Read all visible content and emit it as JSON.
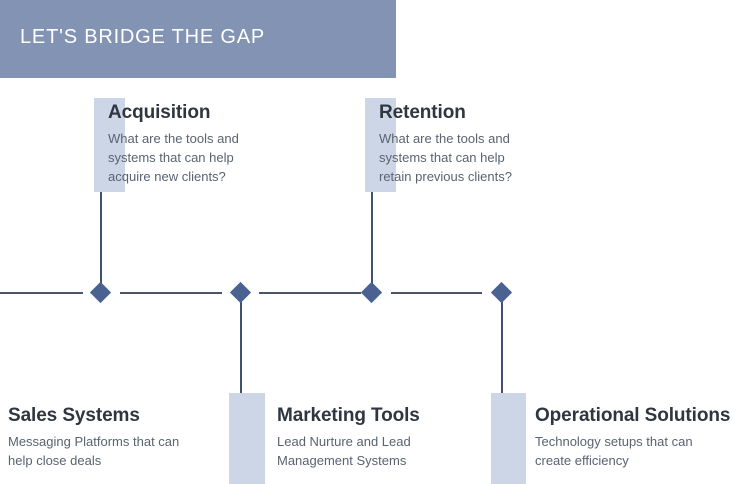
{
  "banner": {
    "title": "LET'S BRIDGE THE GAP",
    "bg_color": "#8293b3",
    "text_color": "#ffffff"
  },
  "theme": {
    "line_color": "#4a5568",
    "connector_color": "#3f5070",
    "diamond_color": "#4a6291",
    "shade_color": "#ccd6e6",
    "heading_color": "#2f3640",
    "body_color": "#5a6370",
    "background": "#ffffff"
  },
  "nodes": [
    {
      "id": "acquisition",
      "title": "Acquisition",
      "description": "What are the tools and systems that can help acquire new clients?",
      "position": "above"
    },
    {
      "id": "sales-systems",
      "title": "Sales Systems",
      "description": "Messaging Platforms that can help close deals",
      "position": "below"
    },
    {
      "id": "retention",
      "title": "Retention",
      "description": "What are the tools and systems that can help retain previous clients?",
      "position": "above"
    },
    {
      "id": "marketing-tools",
      "title": "Marketing Tools",
      "description": "Lead Nurture and Lead Management Systems",
      "position": "below"
    },
    {
      "id": "operational-solutions",
      "title": "Operational Solutions",
      "description": "Technology setups that can create efficiency",
      "position": "below"
    }
  ]
}
